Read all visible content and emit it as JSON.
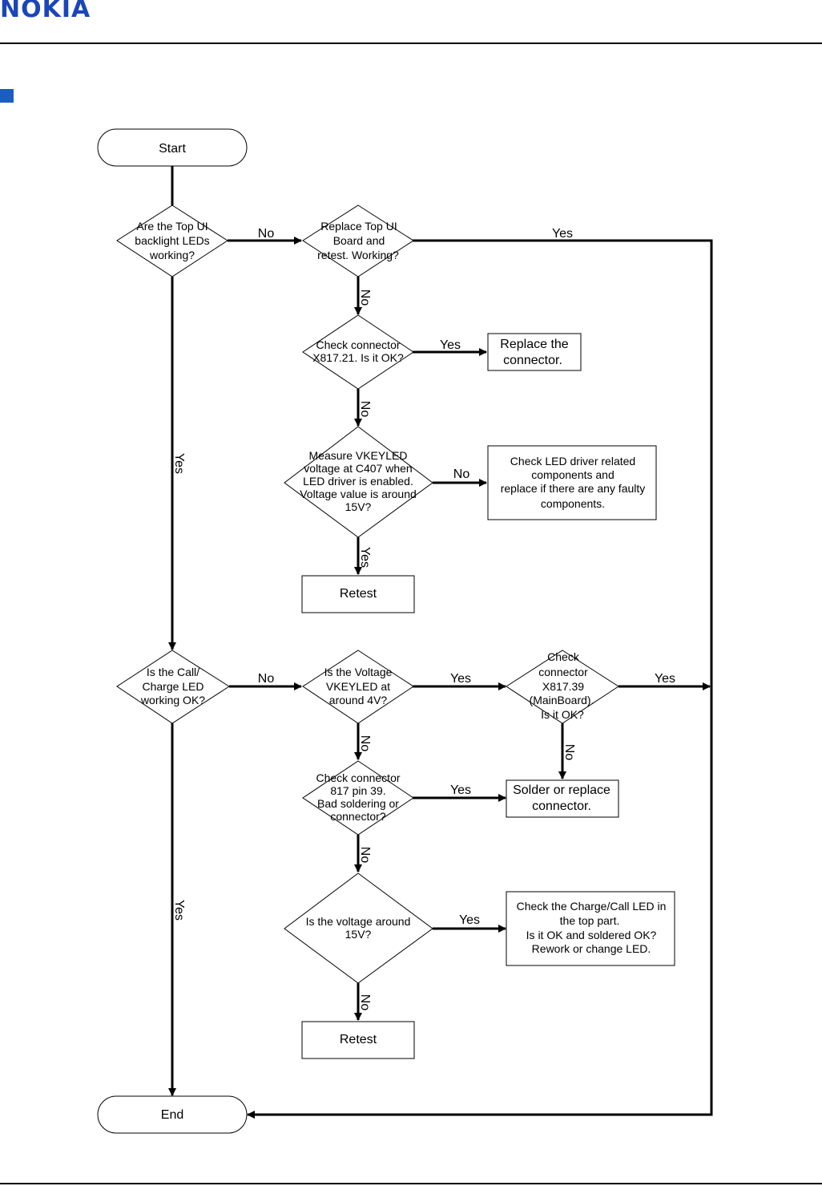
{
  "header": {
    "logo_text": "NOKIA",
    "brand_color": "#1a46b8",
    "bullet_color": "#1a5fbf"
  },
  "flowchart": {
    "start": "Start",
    "end": "End",
    "q_top_ui": [
      "Are the Top UI",
      "backlight LEDs",
      "working?"
    ],
    "q_replace_top_ui": [
      "Replace Top UI",
      "Board and",
      "retest. Working?"
    ],
    "q_connector_21": [
      "Check connector",
      "X817.21. Is it OK?"
    ],
    "p_replace_connector": [
      "Replace the",
      "connector."
    ],
    "q_measure_vkeyled": [
      "Measure VKEYLED",
      "voltage at C407 when",
      "LED driver is enabled.",
      "Voltage value is around",
      "15V?"
    ],
    "p_check_led_driver": [
      "Check LED driver related",
      "components and",
      "replace if there are any faulty",
      "components."
    ],
    "p_retest_1": "Retest",
    "q_call_charge": [
      "Is the Call/",
      "Charge LED",
      "working OK?"
    ],
    "q_voltage_4v": [
      "Is the Voltage",
      "VKEYLED at",
      "around 4V?"
    ],
    "q_connector_39": [
      "Check",
      "connector",
      "X817.39",
      "(MainBoard).",
      "Is it OK?"
    ],
    "q_pin_39": [
      "Check connector",
      "817 pin 39.",
      "Bad soldering or",
      "connector?"
    ],
    "p_solder_replace": [
      "Solder or replace",
      "connector."
    ],
    "q_voltage_15v": [
      "Is the voltage around",
      "15V?"
    ],
    "p_check_charge_led": [
      "Check the Charge/Call LED in",
      "the top part.",
      "Is it OK and soldered OK?",
      "Rework or change LED."
    ],
    "p_retest_2": "Retest",
    "label_yes": "Yes",
    "label_no": "No"
  }
}
